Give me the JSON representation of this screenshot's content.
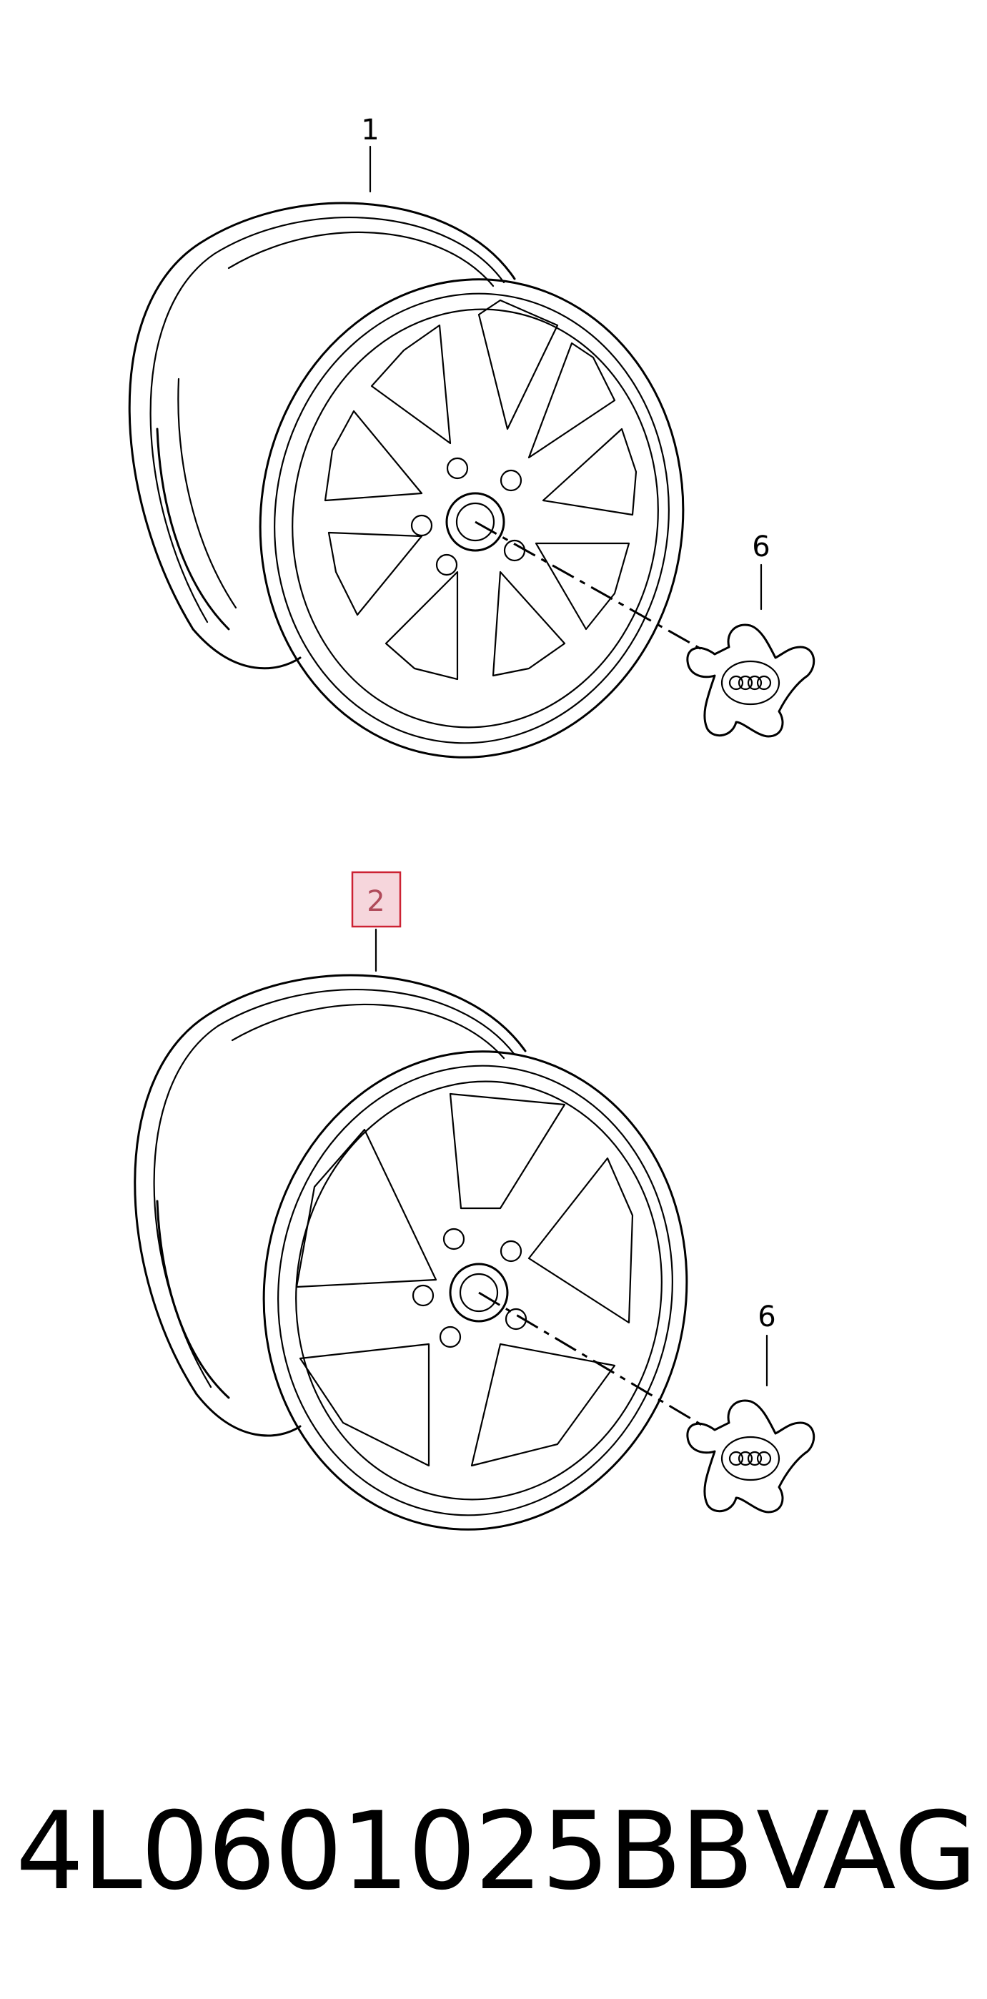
{
  "callouts": {
    "wheel_top": "1",
    "cap_top": "6",
    "wheel_bottom": "2",
    "cap_bottom": "6"
  },
  "footer": {
    "part_number": "4L0601025BB",
    "brand": "VAG"
  },
  "colors": {
    "line": "#000000",
    "highlight_fill": "#f6d6dc",
    "highlight_border": "#cc2233"
  }
}
